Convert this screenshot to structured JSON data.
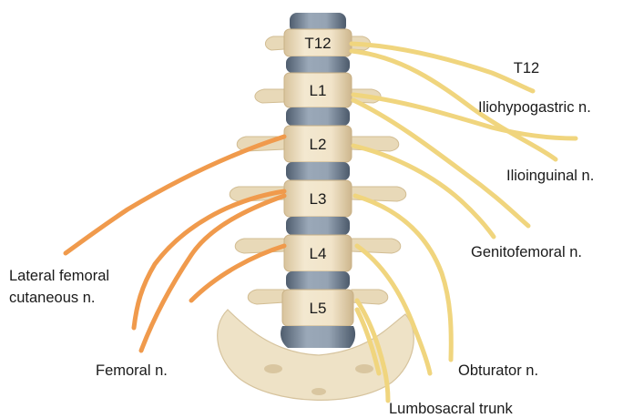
{
  "vertebrae": [
    "T12",
    "L1",
    "L2",
    "L3",
    "L4",
    "L5"
  ],
  "nerve_labels": {
    "t12": "T12",
    "iliohypogastric": "Iliohypogastric n.",
    "ilioinguinal": "Ilioinguinal n.",
    "genitofemoral": "Genitofemoral n.",
    "lateral_femoral_line1": "Lateral femoral",
    "lateral_femoral_line2": "cutaneous n.",
    "femoral": "Femoral n.",
    "obturator": "Obturator n.",
    "lumbosacral": "Lumbosacral trunk"
  },
  "colors": {
    "bone": "#efe3c8",
    "bone_shade": "#d9c6a0",
    "disc": "#8d9bab",
    "disc_dark": "#5f6f82",
    "nerve_yellow": "#f0d57e",
    "nerve_orange": "#f09a4c"
  }
}
